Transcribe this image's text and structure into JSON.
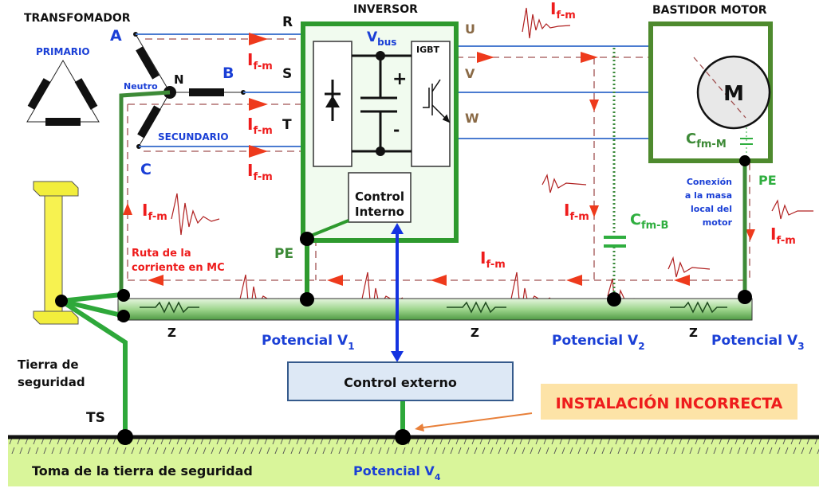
{
  "title": "Instalación incorrecta - ruta de la corriente en modo común",
  "transformer": {
    "title": "TRANSFOMADOR",
    "primary_label": "PRIMARIO",
    "secondary_label": "SECUNDARIO",
    "neutral_label": "Neutro",
    "neutral_node": "N",
    "phases": [
      "A",
      "B",
      "C"
    ]
  },
  "inverter": {
    "title": "INVERSOR",
    "inputs": [
      "R",
      "S",
      "T"
    ],
    "outputs": [
      "U",
      "V",
      "W"
    ],
    "vbus_main": "V",
    "vbus_sub": "bus",
    "igbt_label": "IGBT",
    "plus": "+",
    "minus": "-",
    "control_interno_line1": "Control",
    "control_interno_line2": "Interno",
    "pe_label": "PE"
  },
  "motor": {
    "title": "BASTIDOR MOTOR",
    "symbol": "M",
    "cap_main": "C",
    "cap_sub": "fm-M",
    "pe_label": "PE",
    "note_lines": [
      "Conexión",
      "a la masa",
      "local del",
      "motor"
    ]
  },
  "current": {
    "main": "I",
    "sub": "f-m",
    "route_line1": "Ruta de la",
    "route_line2": "corriente en MC"
  },
  "cable_cap": {
    "main": "C",
    "sub": "fm-B"
  },
  "bus": {
    "impedance_label": "Z",
    "potentials": [
      {
        "main": "Potencial V",
        "sub": "1"
      },
      {
        "main": "Potencial V",
        "sub": "2"
      },
      {
        "main": "Potencial V",
        "sub": "3"
      },
      {
        "main": "Potencial V",
        "sub": "4"
      }
    ]
  },
  "ground": {
    "safety_earth_line1": "Tierra de",
    "safety_earth_line2": "seguridad",
    "ts_label": "TS",
    "strip_label": "Toma de la tierra de seguridad"
  },
  "control_externo": "Control externo",
  "warning": "INSTALACIÓN INCORRECTA",
  "colors": {
    "phase_line": "#4a7bd0",
    "pe_green": "#2f9a2f",
    "frame_green": "#4e8a2e",
    "current_red": "#ee1c1c",
    "dash_route": "#a05050",
    "ground_strip": "#d9f59a",
    "warning_bg": "#fde3a7"
  }
}
